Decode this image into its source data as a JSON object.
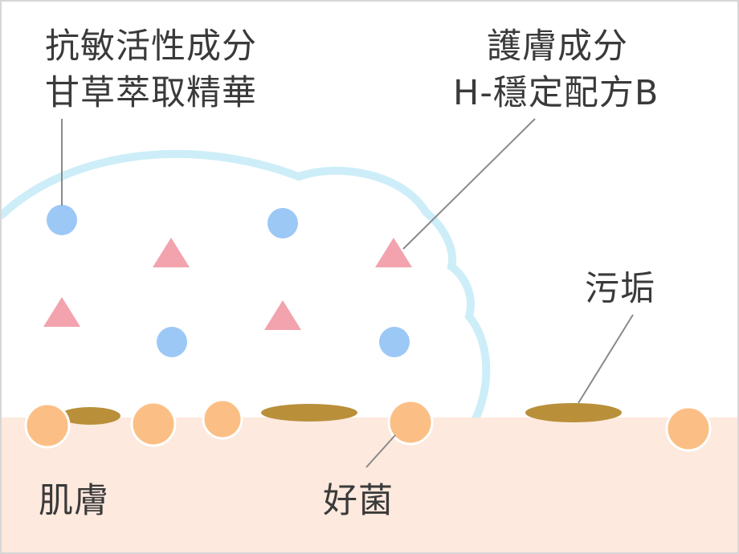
{
  "labels": {
    "anti_allergy_line1": "抗敏活性成分",
    "anti_allergy_line2": "甘草萃取精華",
    "protective_line1": "護膚成分",
    "protective_line2": "H-穩定配方B",
    "dirt": "污垢",
    "skin": "肌膚",
    "good_bacteria": "好菌"
  },
  "colors": {
    "skin": "#fde9dd",
    "bubble_outline": "#cdeef8",
    "blue_particle": "#9cc8f6",
    "pink_particle": "#f2a3ae",
    "orange_bacteria": "#fbbf85",
    "dirt": "#b98f3a",
    "leader_line": "#8a8a8a",
    "text": "#3a3a3a"
  },
  "icons": {
    "blue_particle": "circle",
    "pink_particle": "triangle",
    "bacteria": "circle",
    "dirt": "ellipse"
  }
}
